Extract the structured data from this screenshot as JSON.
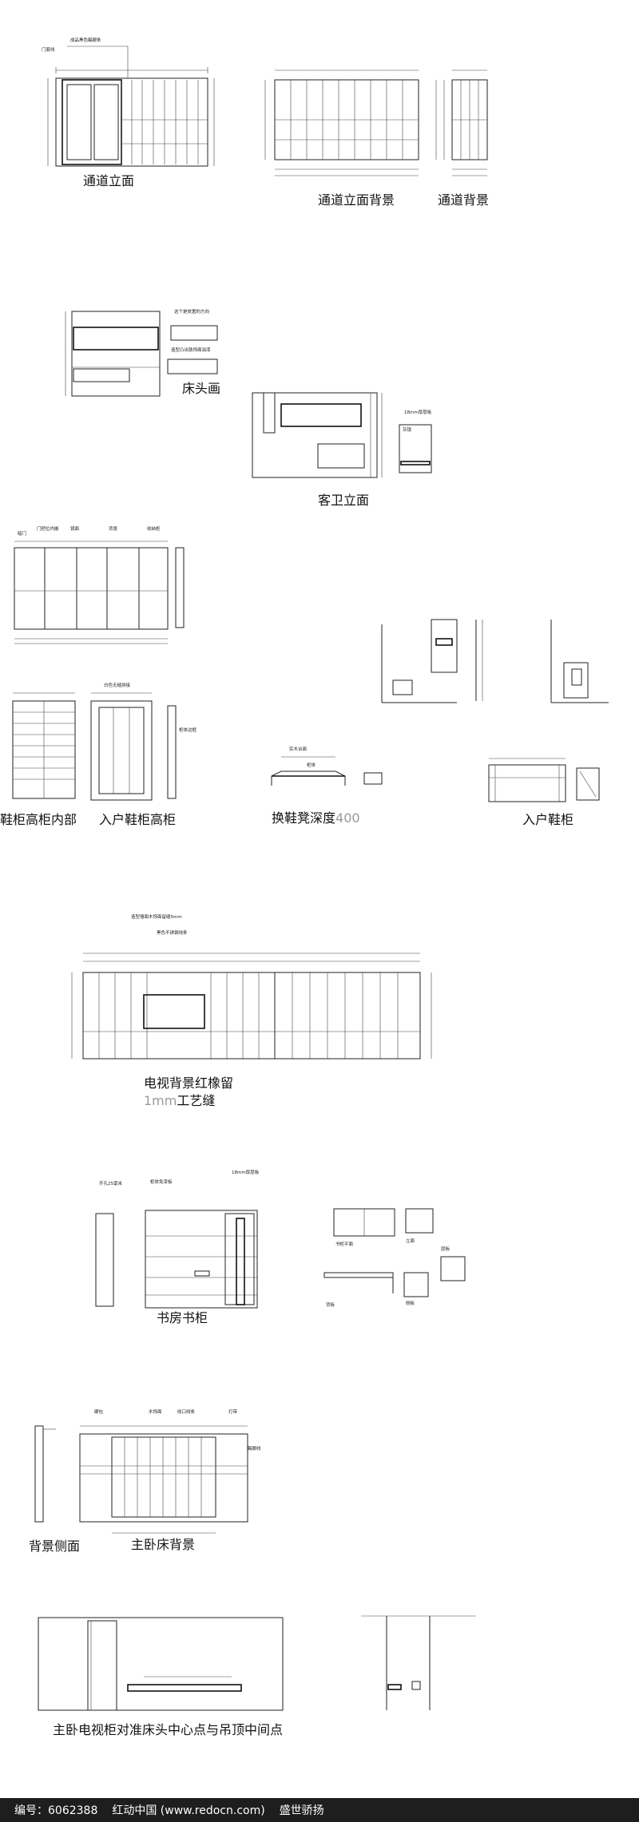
{
  "drawings": {
    "passage_elevation": {
      "title": "通道立面",
      "note_top": "成品黑色踢脚条",
      "note_left": "门套线"
    },
    "passage_elevation_bg": {
      "title": "通道立面背景"
    },
    "passage_bg": {
      "title": "通道背景"
    },
    "bed_head": {
      "title": "床头画",
      "note_1": "这个是放置的方向",
      "note_2": "造型凸出铁饰面油漆"
    },
    "guest_bath": {
      "title": "客卫立面",
      "note_1": "18mm厚层板",
      "note_2": "灰镜"
    },
    "wardrobe_labels": [
      "暗门",
      "门把位内嵌",
      "镜面",
      "背景",
      "收纳柜"
    ],
    "shoe_cabinet_inner": {
      "title": "鞋柜高柜内部"
    },
    "entry_shoe_tall": {
      "title": "入户鞋柜高柜",
      "note_1": "白色无缝拼接",
      "note_2": "柜体边框"
    },
    "shoe_bench": {
      "title": "换鞋凳深度",
      "depth": "400",
      "note_1": "实木台面",
      "note_2": "柜体"
    },
    "entry_shoe": {
      "title": "入户鞋柜"
    },
    "tv_background": {
      "title_line1": "电视背景红橡留",
      "title_line2_num": "1mm",
      "title_line2_text": "工艺缝",
      "note_1": "造型墙面木饰面留缝5mm",
      "note_2": "黑色不锈钢线条"
    },
    "study_bookcase": {
      "title": "书房书柜",
      "note_1": "开孔25毫米",
      "note_2": "柜体免漆板",
      "note_3": "18mm厚层板",
      "detail_labels": [
        "书柜平面",
        "立面",
        "背板",
        "侧板",
        "层板"
      ]
    },
    "master_bed_bg": {
      "title": "主卧床背景",
      "side_title": "背景侧面",
      "notes": [
        "硬包",
        "木饰面",
        "收口线条",
        "灯带",
        "踢脚线"
      ]
    },
    "master_tv": {
      "title": "主卧电视柜对准床头中心点与吊顶中间点"
    }
  },
  "footer": {
    "id_label": "编号：6062388",
    "site": "红动中国 (www.redocn.com)",
    "author": "盛世骄扬"
  }
}
